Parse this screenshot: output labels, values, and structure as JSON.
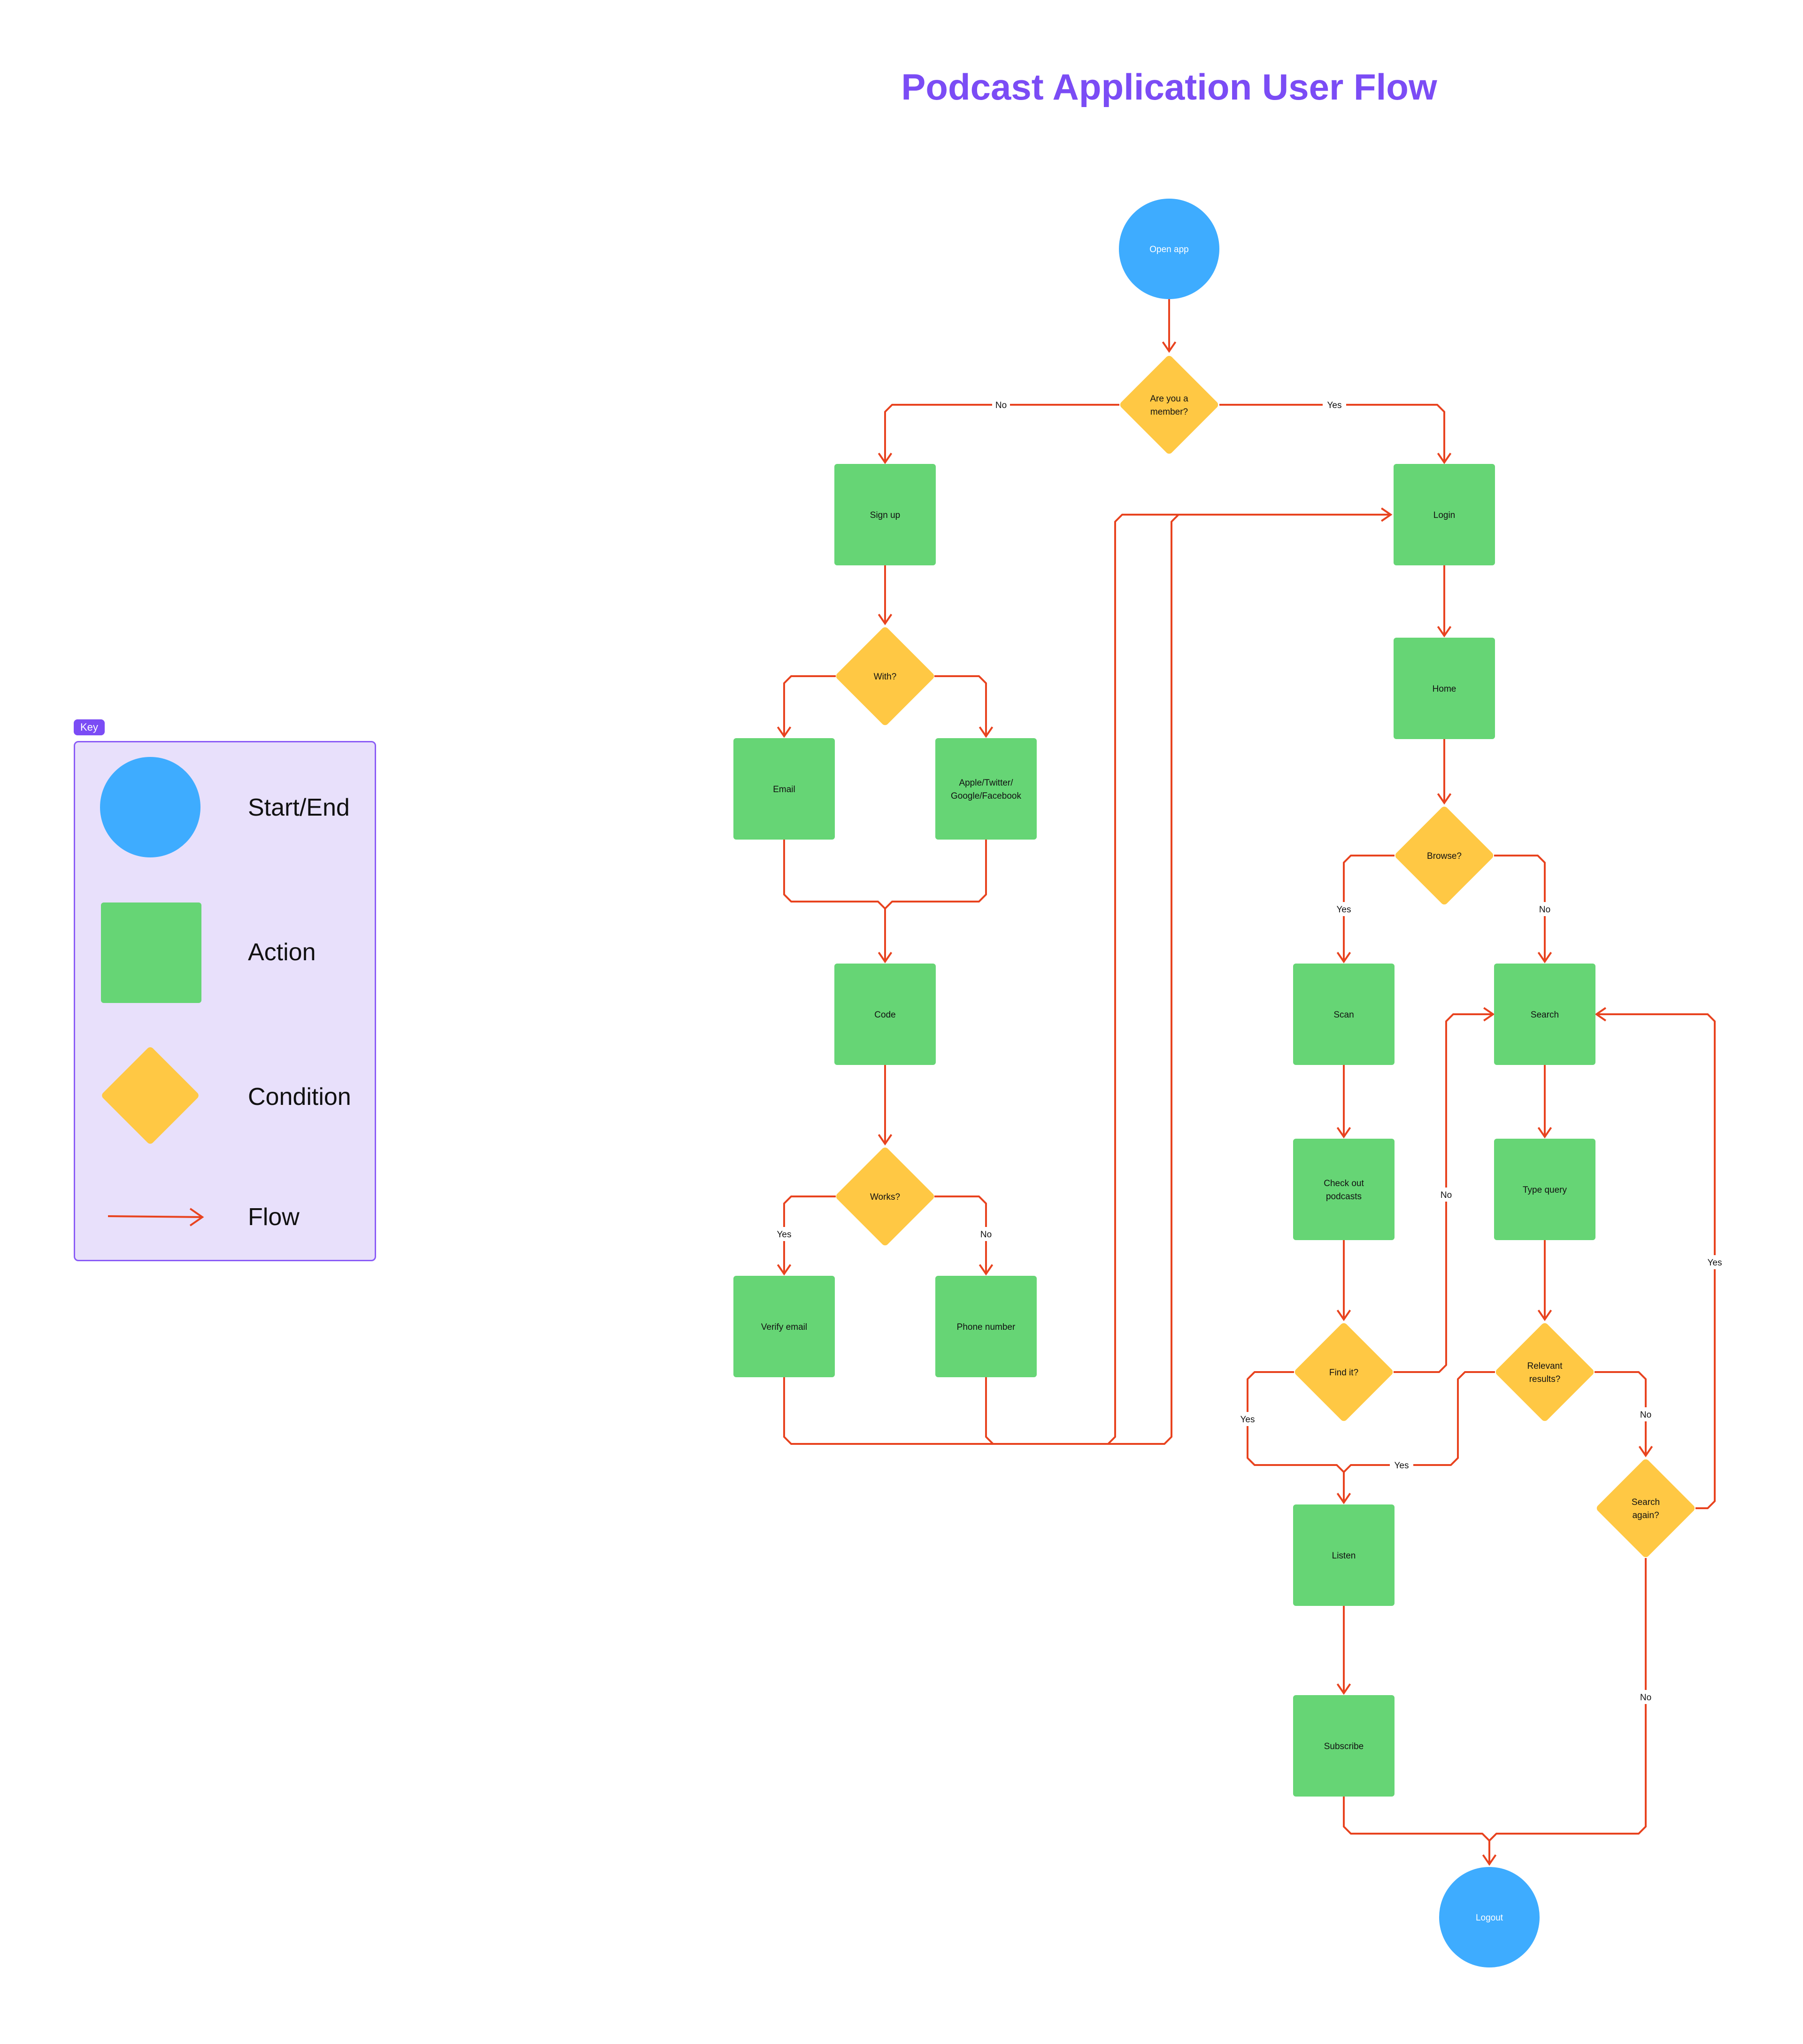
{
  "title": "Podcast Application User Flow",
  "key": {
    "tag": "Key",
    "items": [
      {
        "shape": "circle",
        "label": "Start/End"
      },
      {
        "shape": "square",
        "label": "Action"
      },
      {
        "shape": "diamond",
        "label": "Condition"
      },
      {
        "shape": "arrow",
        "label": "Flow"
      }
    ]
  },
  "colors": {
    "start_end": "#3eacff",
    "action": "#66d575",
    "condition": "#ffc844",
    "flow": "#e8431f",
    "title": "#7b4cf5",
    "key_bg": "#e8e0fb",
    "key_border": "#8a5cf6"
  },
  "nodes": {
    "open_app": {
      "type": "start_end",
      "label": [
        "Open app"
      ]
    },
    "member": {
      "type": "condition",
      "label": [
        "Are you a",
        "member?"
      ]
    },
    "signup": {
      "type": "action",
      "label": [
        "Sign up"
      ]
    },
    "with": {
      "type": "condition",
      "label": [
        "With?"
      ]
    },
    "email": {
      "type": "action",
      "label": [
        "Email"
      ]
    },
    "social": {
      "type": "action",
      "label": [
        "Apple/Twitter/",
        "Google/Facebook"
      ]
    },
    "code": {
      "type": "action",
      "label": [
        "Code"
      ]
    },
    "works": {
      "type": "condition",
      "label": [
        "Works?"
      ]
    },
    "verify": {
      "type": "action",
      "label": [
        "Verify email"
      ]
    },
    "phone": {
      "type": "action",
      "label": [
        "Phone number"
      ]
    },
    "login": {
      "type": "action",
      "label": [
        "Login"
      ]
    },
    "home": {
      "type": "action",
      "label": [
        "Home"
      ]
    },
    "browse": {
      "type": "condition",
      "label": [
        "Browse?"
      ]
    },
    "scan": {
      "type": "action",
      "label": [
        "Scan"
      ]
    },
    "search": {
      "type": "action",
      "label": [
        "Search"
      ]
    },
    "checkout": {
      "type": "action",
      "label": [
        "Check out",
        "podcasts"
      ]
    },
    "typequery": {
      "type": "action",
      "label": [
        "Type query"
      ]
    },
    "findit": {
      "type": "condition",
      "label": [
        "Find it?"
      ]
    },
    "relevant": {
      "type": "condition",
      "label": [
        "Relevant",
        "results?"
      ]
    },
    "searchagain": {
      "type": "condition",
      "label": [
        "Search",
        "again?"
      ]
    },
    "listen": {
      "type": "action",
      "label": [
        "Listen"
      ]
    },
    "subscribe": {
      "type": "action",
      "label": [
        "Subscribe"
      ]
    },
    "logout": {
      "type": "start_end",
      "label": [
        "Logout"
      ]
    }
  },
  "edges": [
    {
      "from": "open_app",
      "to": "member",
      "label": ""
    },
    {
      "from": "member",
      "to": "signup",
      "label": "No"
    },
    {
      "from": "member",
      "to": "login",
      "label": "Yes"
    },
    {
      "from": "signup",
      "to": "with",
      "label": ""
    },
    {
      "from": "with",
      "to": "email",
      "label": ""
    },
    {
      "from": "with",
      "to": "social",
      "label": ""
    },
    {
      "from": "email",
      "to": "code",
      "label": ""
    },
    {
      "from": "social",
      "to": "code",
      "label": ""
    },
    {
      "from": "code",
      "to": "works",
      "label": ""
    },
    {
      "from": "works",
      "to": "verify",
      "label": "Yes"
    },
    {
      "from": "works",
      "to": "phone",
      "label": "No"
    },
    {
      "from": "verify",
      "to": "login",
      "label": ""
    },
    {
      "from": "phone",
      "to": "login",
      "label": ""
    },
    {
      "from": "login",
      "to": "home",
      "label": ""
    },
    {
      "from": "home",
      "to": "browse",
      "label": ""
    },
    {
      "from": "browse",
      "to": "scan",
      "label": "Yes"
    },
    {
      "from": "browse",
      "to": "search",
      "label": "No"
    },
    {
      "from": "scan",
      "to": "checkout",
      "label": ""
    },
    {
      "from": "search",
      "to": "typequery",
      "label": ""
    },
    {
      "from": "checkout",
      "to": "findit",
      "label": ""
    },
    {
      "from": "findit",
      "to": "search",
      "label": "No"
    },
    {
      "from": "findit",
      "to": "listen",
      "label": "Yes"
    },
    {
      "from": "typequery",
      "to": "relevant",
      "label": ""
    },
    {
      "from": "relevant",
      "to": "listen",
      "label": "Yes"
    },
    {
      "from": "relevant",
      "to": "searchagain",
      "label": "No"
    },
    {
      "from": "searchagain",
      "to": "search",
      "label": "Yes"
    },
    {
      "from": "searchagain",
      "to": "logout",
      "label": "No"
    },
    {
      "from": "listen",
      "to": "subscribe",
      "label": ""
    },
    {
      "from": "subscribe",
      "to": "logout",
      "label": ""
    }
  ]
}
